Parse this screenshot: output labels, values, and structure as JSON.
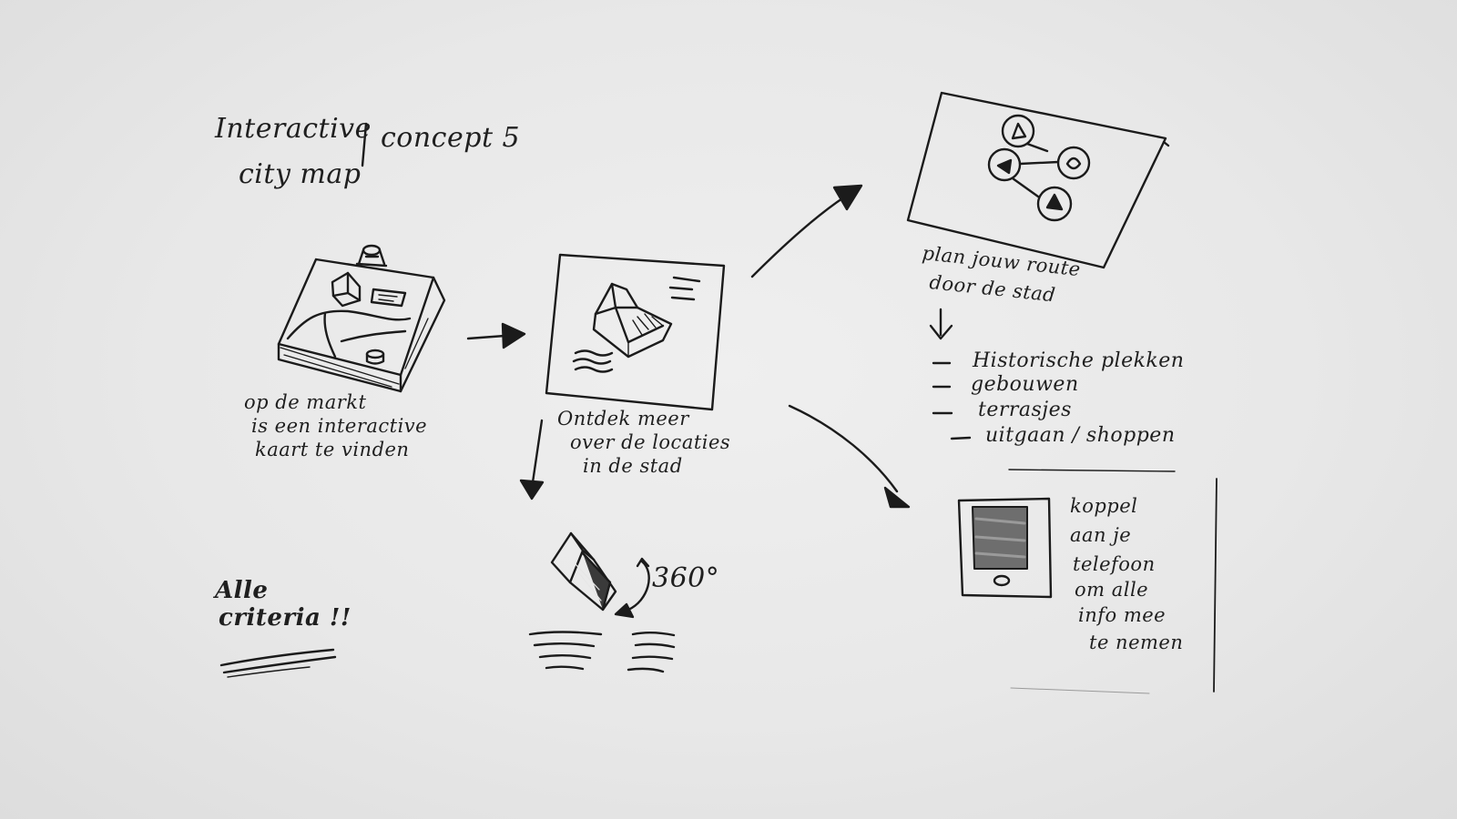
{
  "title": {
    "line1": "Interactive",
    "line2": "city map",
    "concept": "concept 5"
  },
  "step1": {
    "caption1": "op de markt",
    "caption2": "is een interactive",
    "caption3": "kaart te vinden"
  },
  "step2": {
    "caption1": "Ontdek meer",
    "caption2": "over de locaties",
    "caption3": "in de stad"
  },
  "step3": {
    "caption1": "plan jouw route",
    "caption2": "door de stad",
    "items": [
      "Historische plekken",
      "gebouwen",
      "terrasjes",
      "uitgaan / shoppen"
    ]
  },
  "step4": {
    "caption1": "koppel",
    "caption2": "aan je",
    "caption3": "telefoon",
    "caption4": "om alle",
    "caption5": "info mee",
    "caption6": "te nemen"
  },
  "rotation": {
    "label": "360°"
  },
  "note": {
    "line1": "Alle",
    "line2": "criteria !!"
  },
  "colors": {
    "ink": "#1b1b1b",
    "paper": "#e9e9e9"
  }
}
